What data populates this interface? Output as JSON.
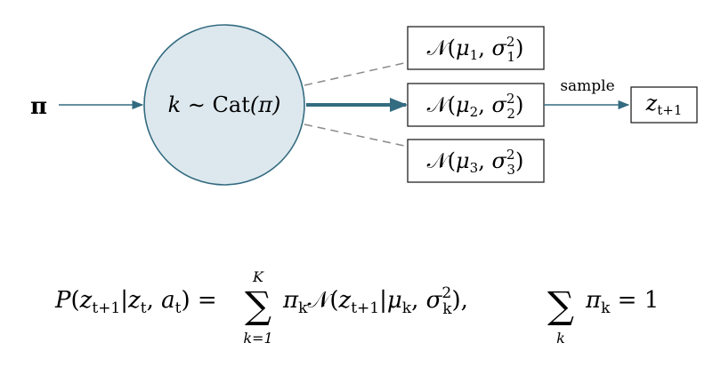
{
  "input": {
    "symbol": "π"
  },
  "selector": {
    "prefix": "k ∼ ",
    "fn": "Cat",
    "arg": "(π)"
  },
  "components": [
    {
      "mu_sub": "1",
      "sigma_sub": "1"
    },
    {
      "mu_sub": "2",
      "sigma_sub": "2"
    },
    {
      "mu_sub": "3",
      "sigma_sub": "3"
    }
  ],
  "edge_label": "sample",
  "output": {
    "base": "z",
    "sub": "t+1"
  },
  "colors": {
    "accent": "#336b80",
    "node_fill": "#dde8ee",
    "dashed": "#8a8a8a"
  },
  "equation": {
    "lhs_P": "P",
    "lhs_z": "z",
    "lhs_z_sub": "t+1",
    "lhs_bar": "|",
    "lhs_zt": "z",
    "lhs_zt_sub": "t",
    "lhs_comma": ", ",
    "lhs_a": "a",
    "lhs_a_sub": "t",
    "eq": " = ",
    "sum_top": "K",
    "sum_bottom": "k=1",
    "pi": "π",
    "pi_sub": "k",
    "N": "𝒩",
    "rhs_z": "z",
    "rhs_z_sub": "t+1",
    "rhs_mu": "μ",
    "rhs_mu_sub": "k",
    "rhs_sigma": "σ",
    "rhs_sigma_sub": "k",
    "rhs_sigma_sup": "2",
    "second_sum_bottom": "k",
    "second_pi": "π",
    "second_pi_sub": "k",
    "second_eq": " = 1"
  }
}
